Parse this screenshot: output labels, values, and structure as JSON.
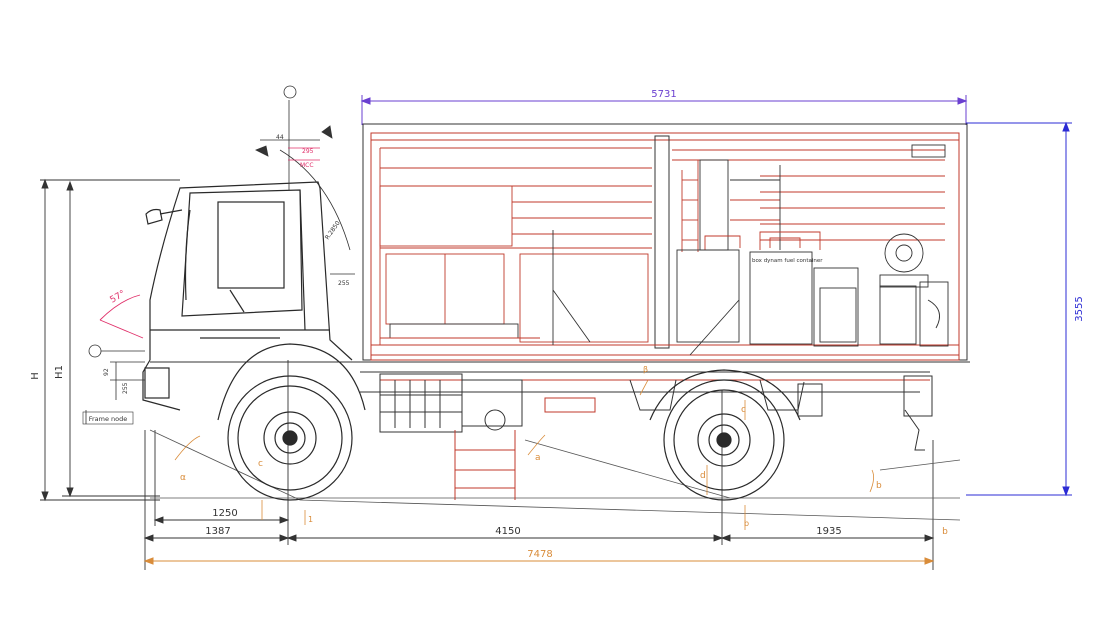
{
  "colors": {
    "outline": "#2a2a2a",
    "body": "#c0392b",
    "body_light": "#e08a8a",
    "overall_dim": "#d98c3a",
    "height_dim": "#2b2bd4",
    "length_dim": "#6a3fd0",
    "annotation": "#e0306a",
    "dim_line": "#333333"
  },
  "dimensions": {
    "body_length": "5731",
    "body_height": "3555",
    "front_axle_to_cab": "1250",
    "front_overhang": "1387",
    "wheelbase": "4150",
    "rear_overhang": "1935",
    "overall_length": "7478",
    "height_label": "H",
    "height_label_1": "H1",
    "clearance_255": "255",
    "small_dim_92": "92",
    "side_dim_255": "255",
    "marker_1": "1",
    "marker_b": "b"
  },
  "annotations": {
    "frame_note": "Frame node",
    "angle_front": "57°",
    "cab_dim_1": "295",
    "cab_dim_2": "MCC",
    "cab_dim_3": "44",
    "radius_note": "R.2850",
    "equipment_label": "box dynam fuel container",
    "angle_alpha": "α",
    "angle_beta": "β",
    "label_a": "a",
    "label_c": "c",
    "label_d": "d",
    "label_c2": "c",
    "label_b": "b"
  }
}
